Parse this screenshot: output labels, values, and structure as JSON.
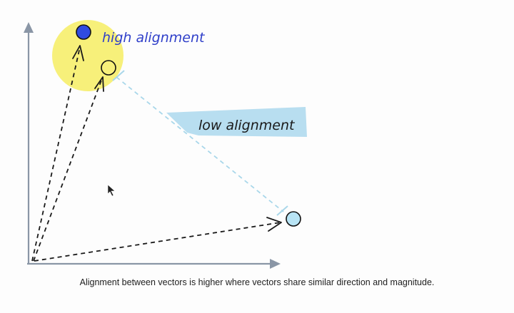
{
  "labels": {
    "high": "high alignment",
    "low": "low alignment"
  },
  "caption": "Alignment between vectors is higher where vectors share similar direction and magnitude.",
  "colors": {
    "axis": "#8a96a6",
    "vector": "#1a1a1a",
    "highlight": "#f7f07a",
    "high_text": "#2f3fc9",
    "high_point": "#2f4be0",
    "low_band": "#b8def0",
    "low_point": "#b8e4f5",
    "connector": "#a9d7ea",
    "cursor": "#222222"
  },
  "icons": {
    "cursor": "mouse-pointer-icon"
  }
}
